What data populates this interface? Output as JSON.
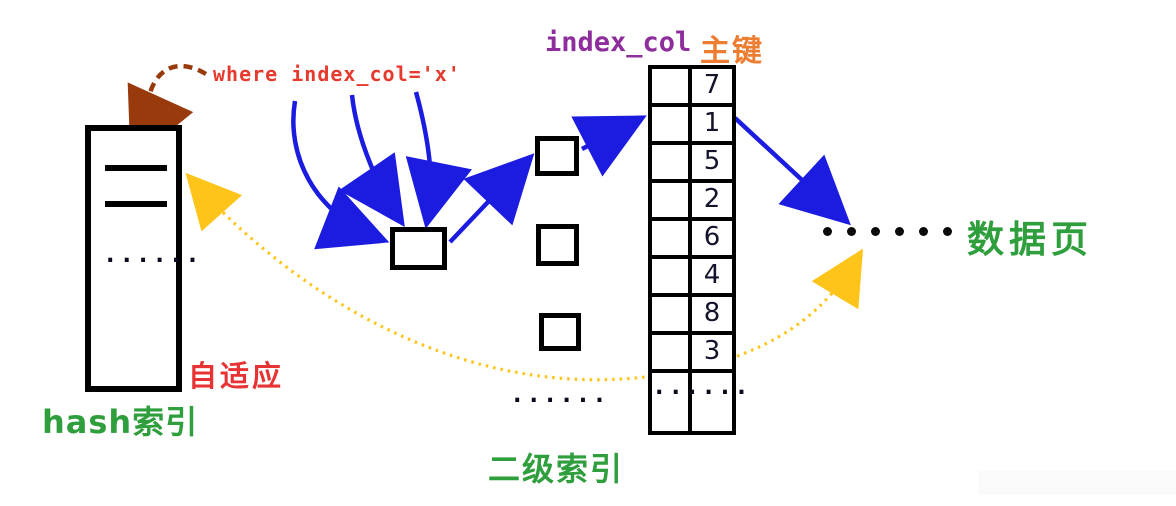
{
  "labels": {
    "query": "where index_col='x'",
    "index_col": "index_col",
    "primary_key": "主键",
    "adaptive": "自适应",
    "hash_index": "hash索引",
    "secondary_index": "二级索引",
    "data_page": "数据页"
  },
  "hash_box": {
    "ellipsis": "......"
  },
  "secondary_nodes": {
    "ellipsis": "......"
  },
  "index_table": {
    "columns": [
      "index_col",
      "主键"
    ],
    "keys": [
      "7",
      "1",
      "5",
      "2",
      "6",
      "4",
      "8",
      "3"
    ],
    "ellipsis": "......"
  },
  "data_page": {
    "dot_count": 6
  },
  "colors": {
    "arrow_blue": "#1c1ce0",
    "arrow_brown": "#993a0d",
    "arrow_yellow": "#ffc419",
    "text_red": "#e73a2e",
    "text_green": "#2f9e3c",
    "text_purple": "#8e2d9c",
    "text_orange": "#ed7d31",
    "box_border": "#000000"
  }
}
